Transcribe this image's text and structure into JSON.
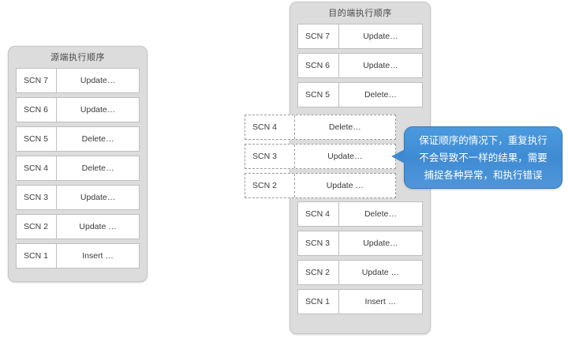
{
  "diagram": {
    "title_source": "源端执行顺序",
    "title_target": "目的端执行顺序",
    "colors": {
      "panel_bg": "#dcdcdc",
      "panel_border": "#c6c6c6",
      "row_bg": "#ffffff",
      "row_border": "#bfbfbf",
      "dashed_border": "#9a9a9a",
      "callout_bg": "#4089d2",
      "callout_text": "#ffffff",
      "text": "#3a3a3a"
    }
  },
  "source_panel": {
    "title": "源端执行顺序",
    "rows": [
      {
        "scn": "SCN 7",
        "op": "Update…"
      },
      {
        "scn": "SCN 6",
        "op": "Update…"
      },
      {
        "scn": "SCN 5",
        "op": "Delete…"
      },
      {
        "scn": "SCN 4",
        "op": "Delete…"
      },
      {
        "scn": "SCN 3",
        "op": "Update…"
      },
      {
        "scn": "SCN 2",
        "op": "Update …"
      },
      {
        "scn": "SCN 1",
        "op": "Insert …"
      }
    ]
  },
  "target_panel": {
    "title": "目的端执行顺序",
    "top_rows": [
      {
        "scn": "SCN 7",
        "op": "Update…"
      },
      {
        "scn": "SCN 6",
        "op": "Update…"
      },
      {
        "scn": "SCN 5",
        "op": "Delete…"
      }
    ],
    "floating_rows": [
      {
        "scn": "SCN 4",
        "op": "Delete…"
      },
      {
        "scn": "SCN 3",
        "op": "Update…"
      },
      {
        "scn": "SCN 2",
        "op": "Update …"
      }
    ],
    "bottom_rows": [
      {
        "scn": "SCN 4",
        "op": "Delete…"
      },
      {
        "scn": "SCN 3",
        "op": "Update…"
      },
      {
        "scn": "SCN 2",
        "op": "Update …"
      },
      {
        "scn": "SCN 1",
        "op": "Insert …"
      }
    ]
  },
  "callout": {
    "lines": [
      "保证顺序的情况下，重复执行",
      "不会导致不一样的结果，需要",
      "捕捉各种异常，和执行错误"
    ]
  }
}
